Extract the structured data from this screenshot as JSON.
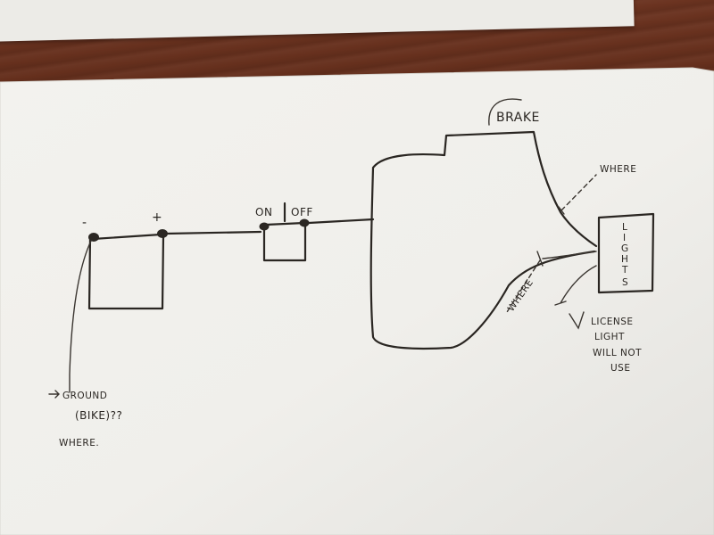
{
  "labels": {
    "minus": "-",
    "plus": "+",
    "on": "ON",
    "off": "OFF",
    "brake": "BRAKE",
    "where_top": "WHERE",
    "where_bottom": "WHERE",
    "lights": [
      "L",
      "I",
      "G",
      "H",
      "T",
      "S"
    ],
    "license_1": "LICENSE",
    "license_2": "LIGHT",
    "license_3": "WILL NOT",
    "license_4": "USE",
    "ground_1": "GROUND",
    "ground_2": "(BIKE)??",
    "ground_3": "WHERE."
  },
  "colors": {
    "paper": "#f1f0ec",
    "ink": "#2a2622",
    "table": "#5a2816"
  }
}
